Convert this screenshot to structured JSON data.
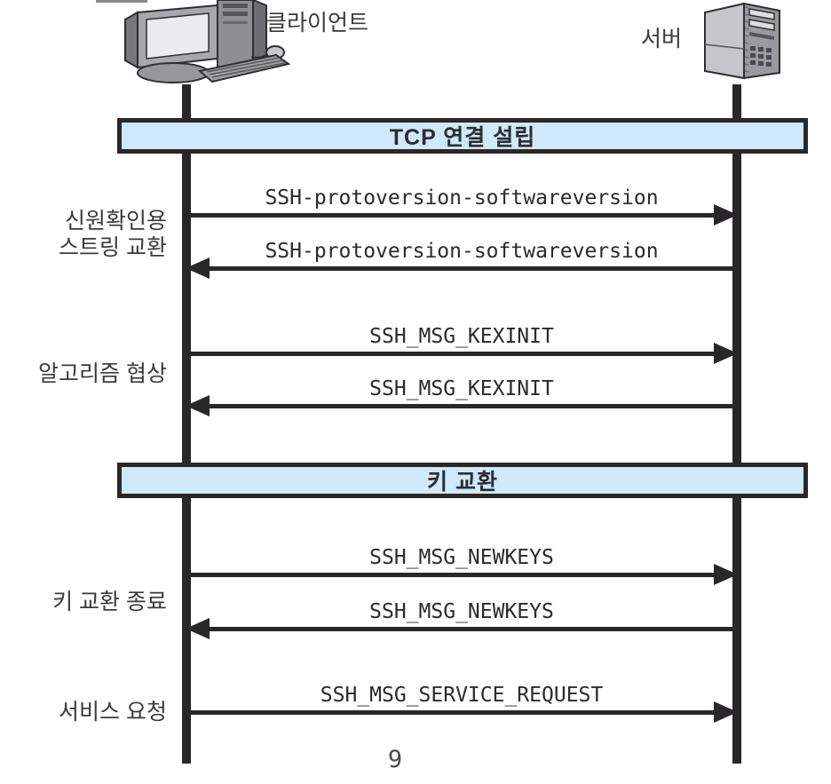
{
  "page": {
    "number": "9"
  },
  "actors": {
    "client": {
      "label": "클라이언트",
      "icon": "desktop-computer-icon"
    },
    "server": {
      "label": "서버",
      "icon": "server-tower-icon"
    }
  },
  "banners": [
    {
      "label": "TCP 연결 설립"
    },
    {
      "label": "키 교환"
    }
  ],
  "messages": [
    {
      "text": "SSH-protoversion-softwareversion",
      "direction": "right",
      "from": "client",
      "to": "server"
    },
    {
      "text": "SSH-protoversion-softwareversion",
      "direction": "left",
      "from": "server",
      "to": "client"
    },
    {
      "text": "SSH_MSG_KEXINIT",
      "direction": "right",
      "from": "client",
      "to": "server"
    },
    {
      "text": "SSH_MSG_KEXINIT",
      "direction": "left",
      "from": "server",
      "to": "client"
    },
    {
      "text": "SSH_MSG_NEWKEYS",
      "direction": "right",
      "from": "client",
      "to": "server"
    },
    {
      "text": "SSH_MSG_NEWKEYS",
      "direction": "left",
      "from": "server",
      "to": "client"
    },
    {
      "text": "SSH_MSG_SERVICE_REQUEST",
      "direction": "right",
      "from": "client",
      "to": "server"
    }
  ],
  "phase_labels": [
    {
      "lines": [
        "신원확인용",
        "스트링 교환"
      ]
    },
    {
      "lines": [
        "알고리즘 협상"
      ]
    },
    {
      "lines": [
        "키 교환 종료"
      ]
    },
    {
      "lines": [
        "서비스 요청"
      ]
    }
  ],
  "colors": {
    "banner_fill": "#cfe8fa",
    "line": "#29272a",
    "label_text": "#3a3a3d"
  }
}
